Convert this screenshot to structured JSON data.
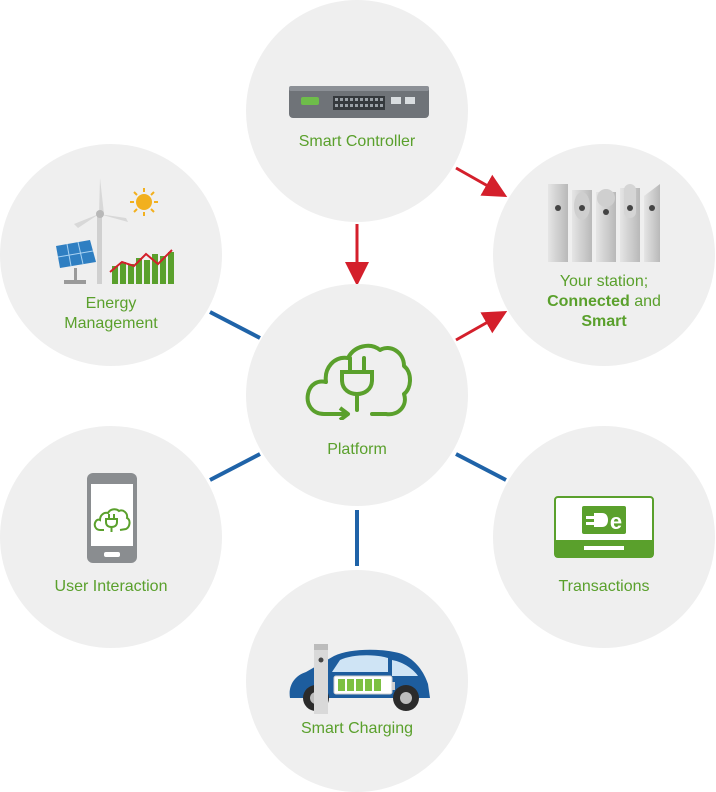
{
  "colors": {
    "node_bg": "#efefef",
    "label_green": "#5aa02c",
    "arrow_red": "#d41f2b",
    "line_blue": "#1f63a8"
  },
  "nodes": {
    "platform": {
      "label": "Platform",
      "icon": "cloud-plug-icon"
    },
    "smart_controller": {
      "label": "Smart Controller",
      "icon": "controller-device-icon"
    },
    "your_station": {
      "line1": "Your station;",
      "line2_bold": "Connected",
      "line2_rest": " and",
      "line3_bold": "Smart",
      "icon": "charging-stations-icon"
    },
    "energy_management": {
      "line1": "Energy",
      "line2": "Management",
      "icon": "wind-solar-energy-icon"
    },
    "user_interaction": {
      "label": "User Interaction",
      "icon": "smartphone-icon"
    },
    "transactions": {
      "label": "Transactions",
      "icon": "payment-card-icon"
    },
    "smart_charging": {
      "label": "Smart Charging",
      "icon": "electric-car-icon"
    }
  }
}
